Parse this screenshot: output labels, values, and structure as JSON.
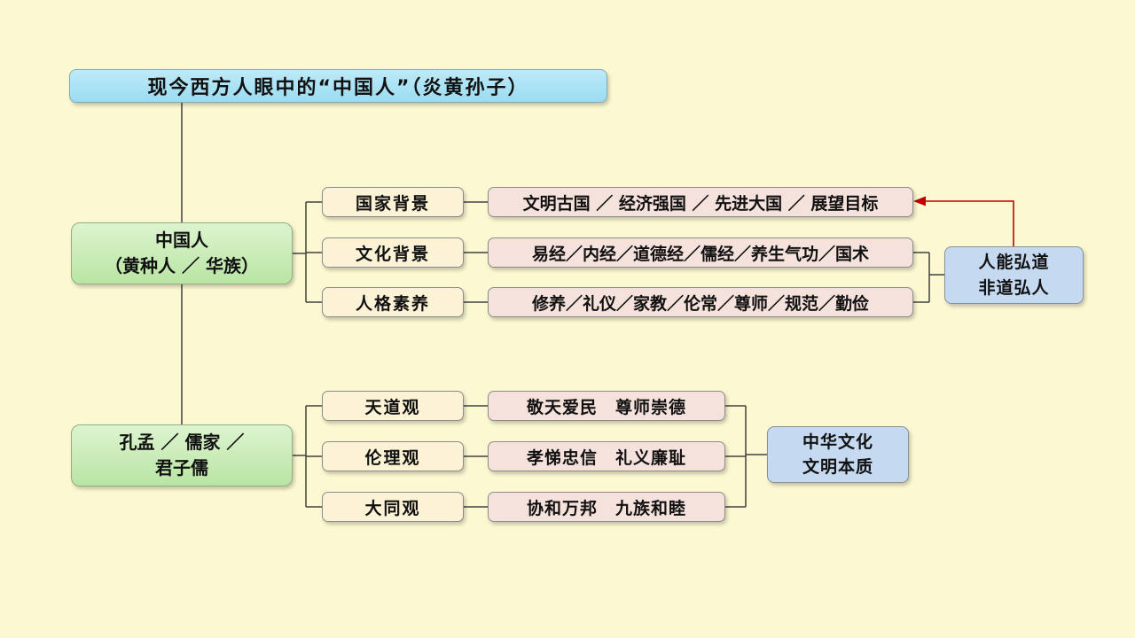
{
  "title": {
    "text": "现今西方人眼中的“中国人”（炎黄孙子）"
  },
  "section1": {
    "root": {
      "line1": "中国人",
      "line2": "（黄种人 ／ 华族）"
    },
    "rows": [
      {
        "label": "国家背景",
        "detail": "文明古国 ／ 经济强国 ／ 先进大国 ／ 展望目标"
      },
      {
        "label": "文化背景",
        "detail": "易经／内经／道德经／儒经／养生气功／国术"
      },
      {
        "label": "人格素养",
        "detail": "修养／礼仪／家教／伦常／尊师／规范／勤俭"
      }
    ],
    "side": {
      "line1": "人能弘道",
      "line2": "非道弘人"
    }
  },
  "section2": {
    "root": {
      "line1": "孔孟 ／ 儒家 ／",
      "line2": "君子儒"
    },
    "rows": [
      {
        "label": "天道观",
        "detail": "敬天爱民　尊师崇德"
      },
      {
        "label": "伦理观",
        "detail": "孝悌忠信　礼义廉耻"
      },
      {
        "label": "大同观",
        "detail": "协和万邦　九族和睦"
      }
    ],
    "side": {
      "line1": "中华文化",
      "line2": "文明本质"
    }
  },
  "colors": {
    "background": "#FCF9D2",
    "title_fill": "#A9E2F4",
    "root_fill": "#C9EDBA",
    "label_fill": "#FCF2D5",
    "detail_fill": "#F6E2DC",
    "side_fill": "#C5D9F1",
    "connector": "#404040",
    "arrow_red": "#C00000"
  }
}
